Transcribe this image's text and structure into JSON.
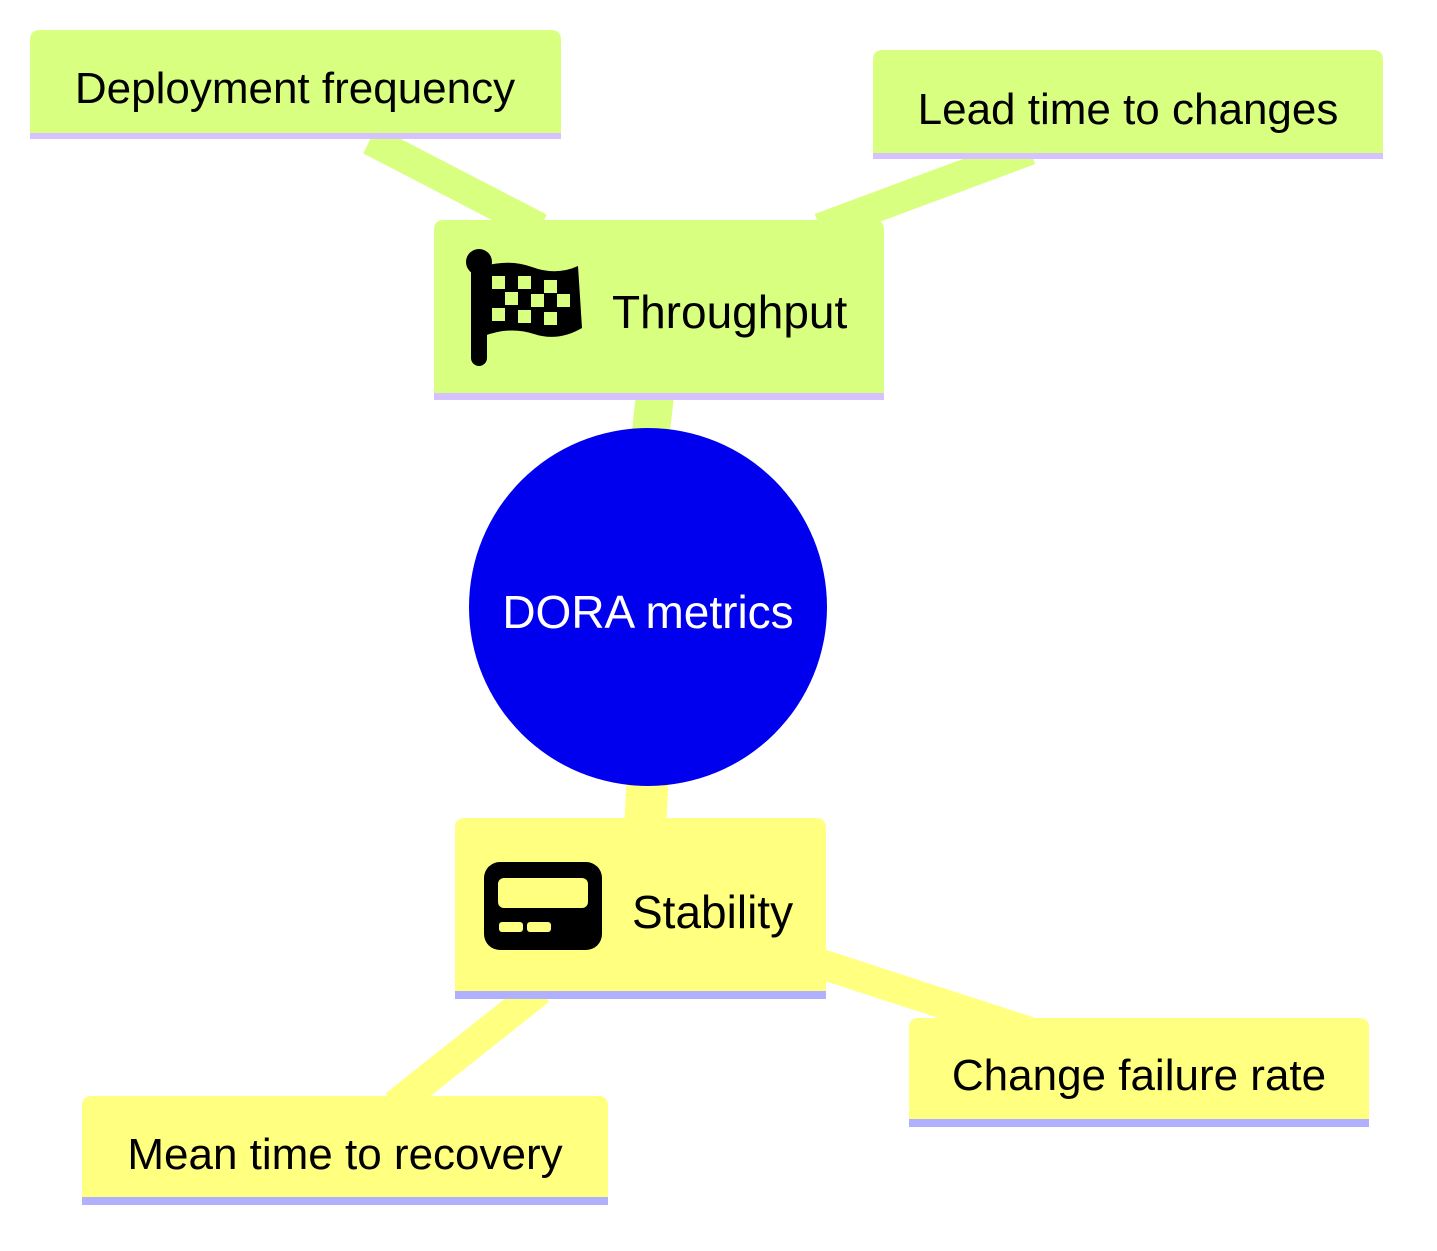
{
  "root": {
    "label": "DORA metrics",
    "fill": "#0000ee",
    "text_color": "#ffffff"
  },
  "branches": [
    {
      "label": "Throughput",
      "icon": "checkered-flag-icon",
      "fill": "#d9ff80",
      "underline": "#d6c2ff",
      "children": [
        {
          "label": "Deployment frequency"
        },
        {
          "label": "Lead time to changes"
        }
      ]
    },
    {
      "label": "Stability",
      "icon": "pager-icon",
      "fill": "#ffff80",
      "underline": "#b0b0ff",
      "children": [
        {
          "label": "Mean time to recovery"
        },
        {
          "label": "Change failure rate"
        }
      ]
    }
  ]
}
